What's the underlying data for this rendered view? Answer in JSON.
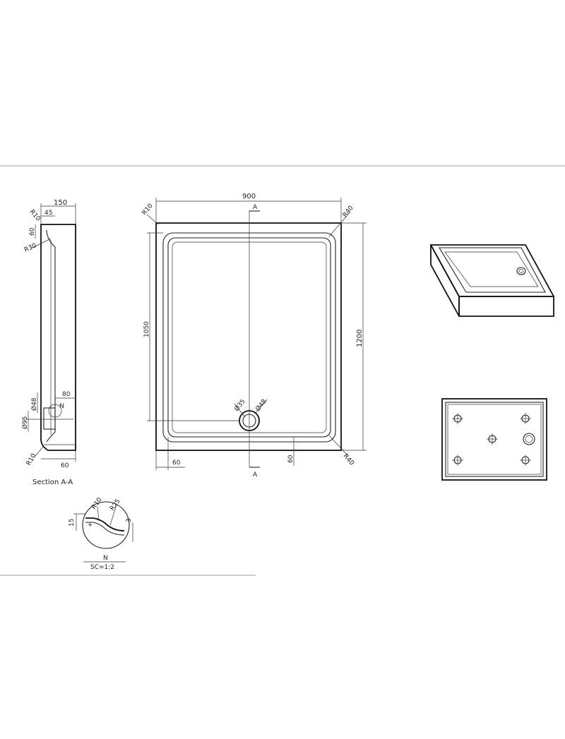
{
  "plan_view": {
    "width_dim": "900",
    "length_dim": "1200",
    "inner_length_dim": "1050",
    "corner_radius_top_left": "R10",
    "corner_radius_top_right": "R40",
    "corner_radius_bottom_right": "R40",
    "waste_inner_dia": "Ø35",
    "waste_outer_dia": "Ø48",
    "rim_left_dim": "60",
    "rim_bottom_dim": "60",
    "section_mark_top": "A",
    "section_mark_bottom": "A"
  },
  "section_view": {
    "title": "Section A-A",
    "height_dim": "150",
    "dim_45": "45",
    "dim_60_top": "60",
    "radius_r10_top": "R10",
    "radius_r30": "R30",
    "dim_80": "80",
    "dia_48": "Ø48",
    "dia_95": "Ø95",
    "detail_mark": "N",
    "radius_r10_bottom": "R10",
    "dim_60_bottom": "60"
  },
  "detail_view": {
    "radius_r10": "R10",
    "radius_r25": "R25",
    "dim_15": "15",
    "dim_3": "3",
    "label": "N",
    "scale": "SC=1:2"
  }
}
